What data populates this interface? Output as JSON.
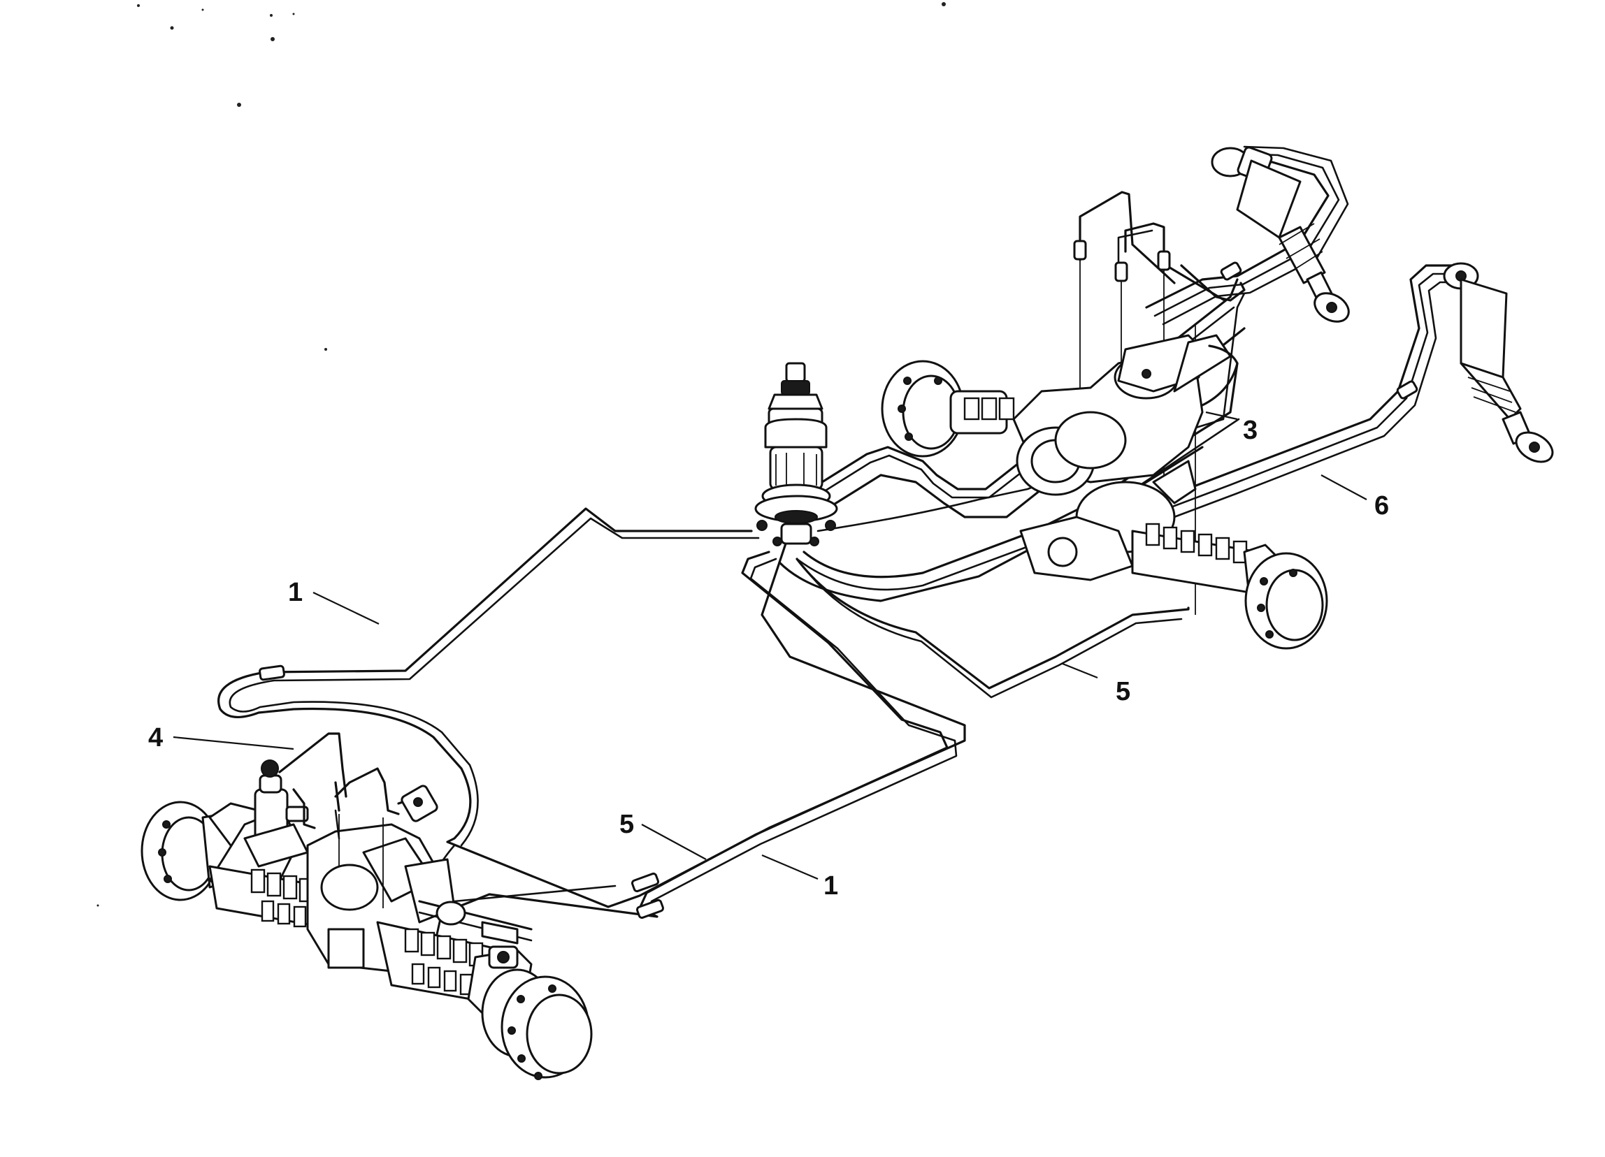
{
  "figure": {
    "background": "#ffffff",
    "line_color": "#111111"
  },
  "callouts": [
    {
      "id": "c1a",
      "label": "1",
      "refers_to": "brake-line-1"
    },
    {
      "id": "c4",
      "label": "4",
      "refers_to": "rear-axle-valve"
    },
    {
      "id": "c5a",
      "label": "5",
      "refers_to": "brake-line-5"
    },
    {
      "id": "c1b",
      "label": "1",
      "refers_to": "brake-line-1"
    },
    {
      "id": "c5b",
      "label": "5",
      "refers_to": "brake-line-5"
    },
    {
      "id": "c3",
      "label": "3",
      "refers_to": "front-axle-valve"
    },
    {
      "id": "c6",
      "label": "6",
      "refers_to": "cylinder-hose-6"
    }
  ]
}
